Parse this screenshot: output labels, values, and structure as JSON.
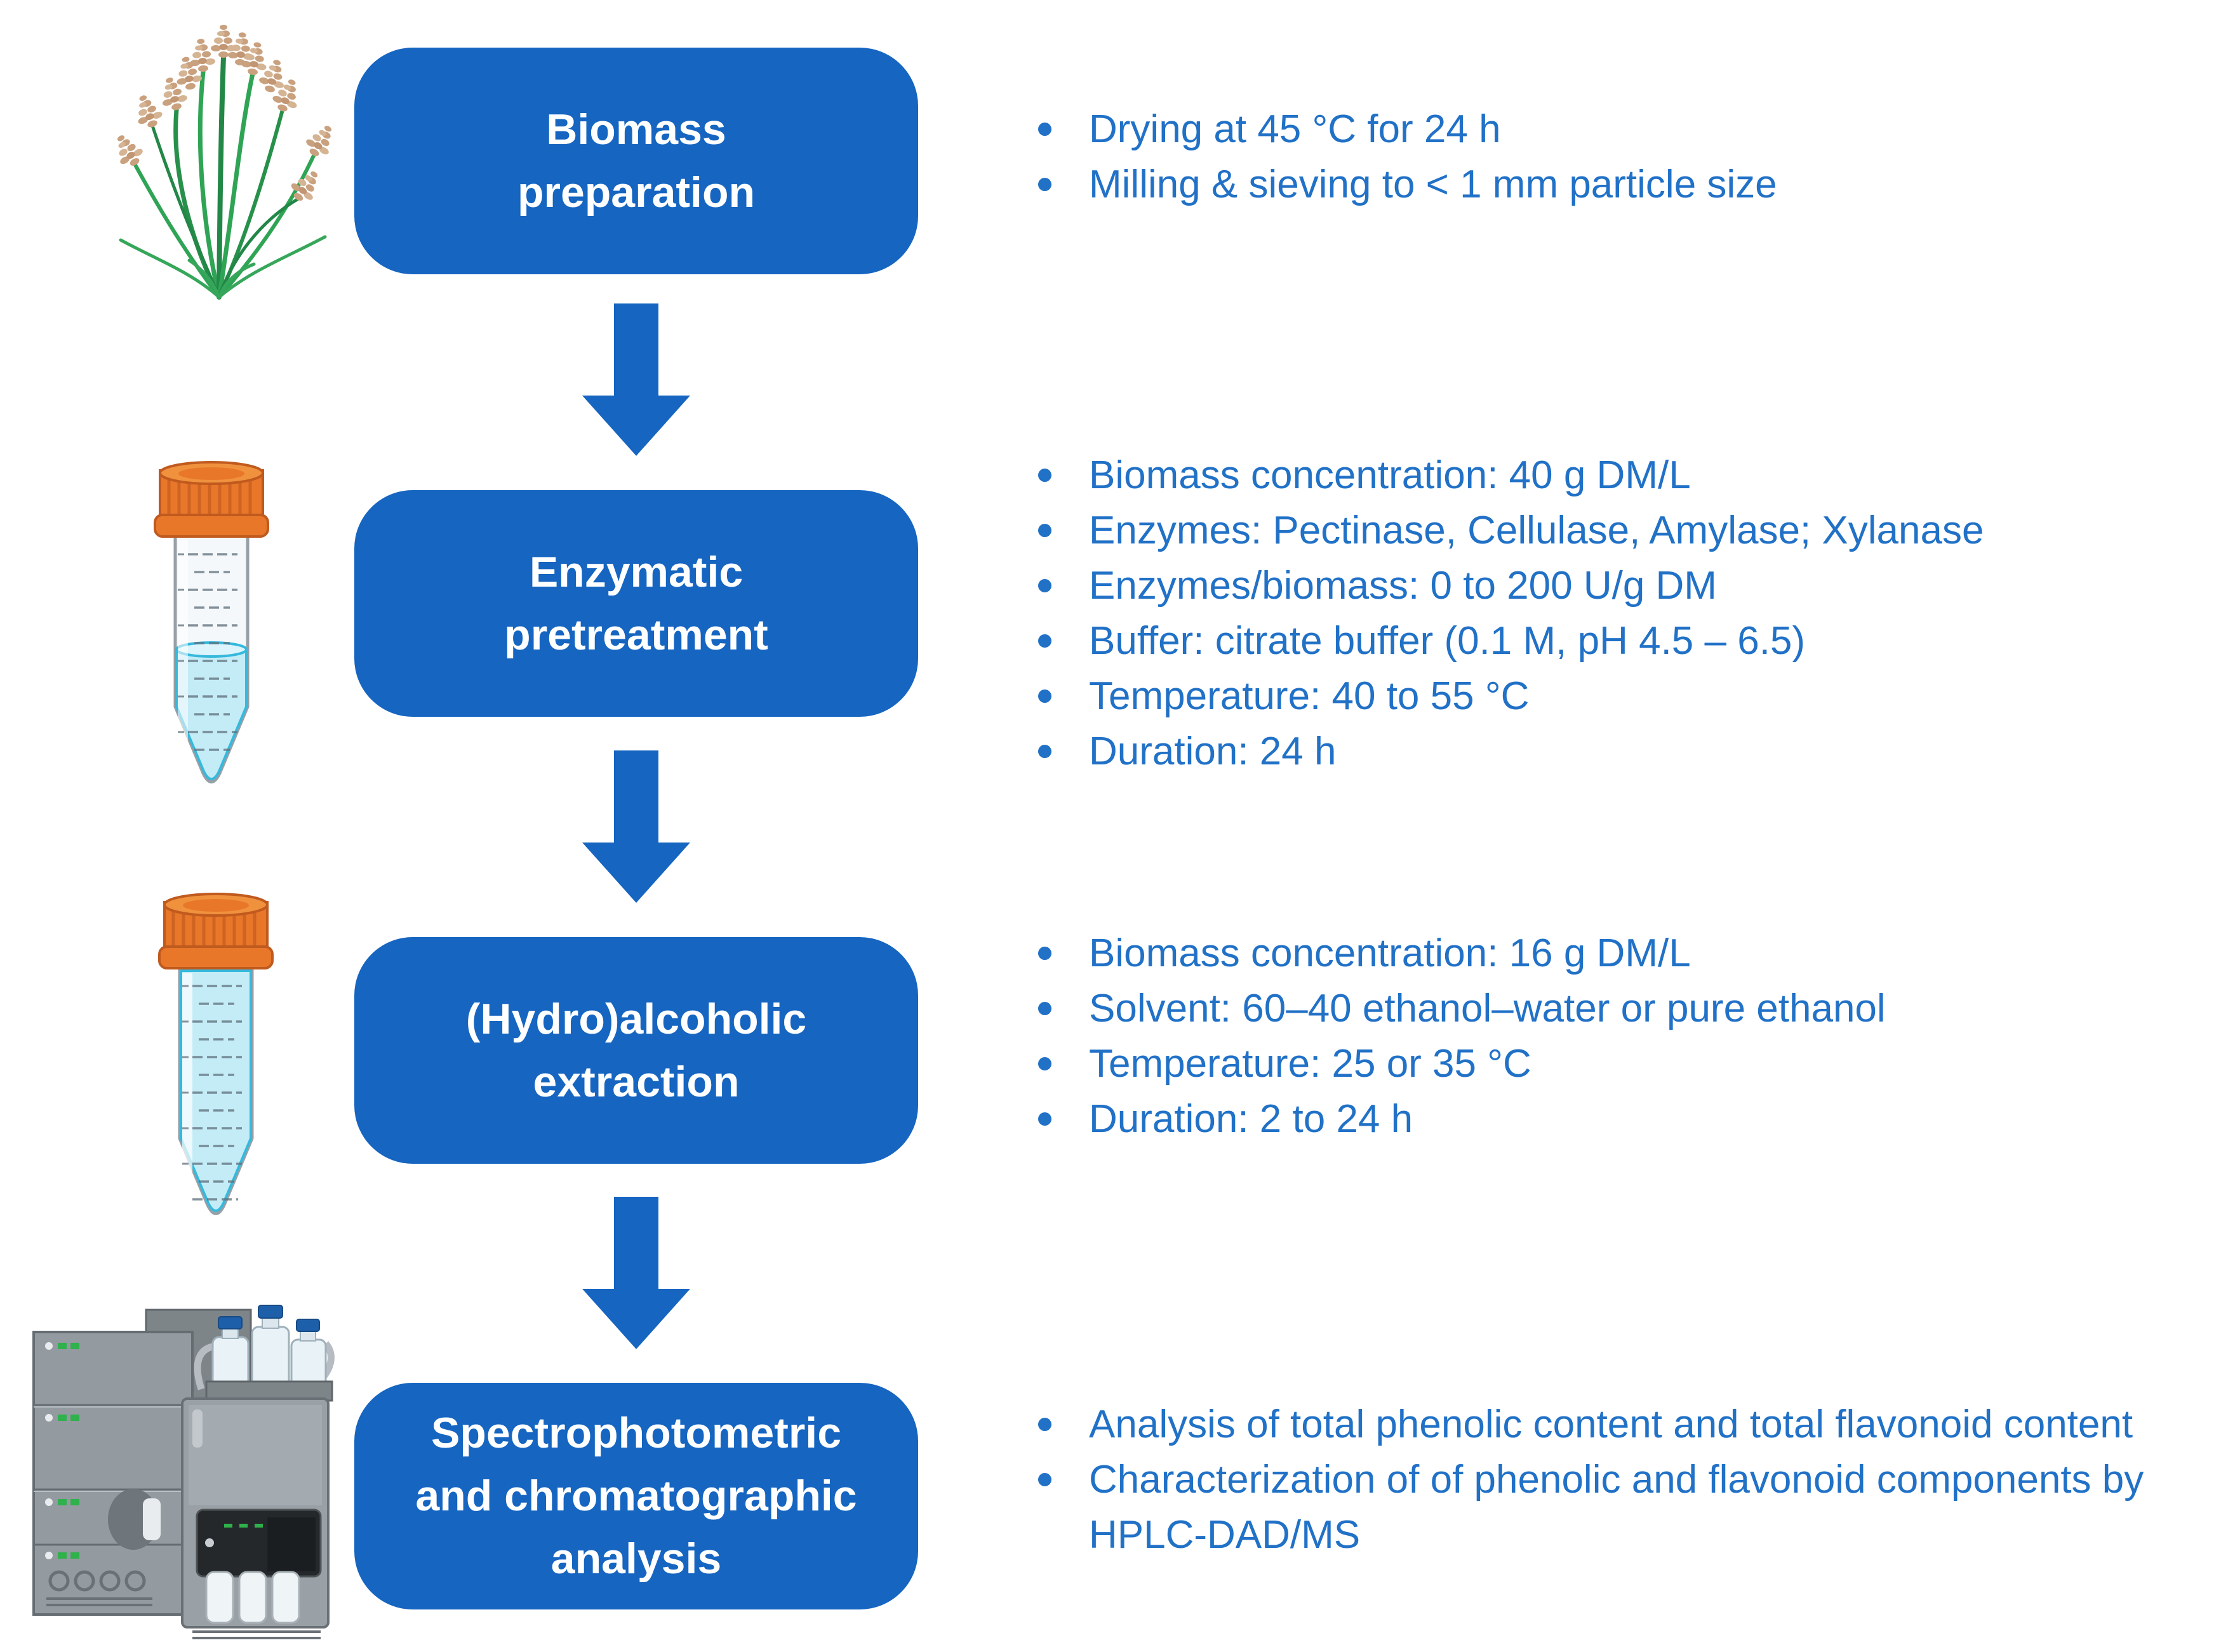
{
  "figure": {
    "steps": [
      {
        "id": "biomass-preparation",
        "icon": "grass-plant-icon",
        "title_lines": [
          "Biomass",
          "preparation"
        ],
        "bullets": [
          "Drying at 45 °C for 24 h",
          "Milling & sieving to < 1 mm particle size"
        ]
      },
      {
        "id": "enzymatic-pretreatment",
        "icon": "falcon-tube-half-full-icon",
        "title_lines": [
          "Enzymatic",
          "pretreatment"
        ],
        "bullets": [
          "Biomass concentration: 40 g DM/L",
          "Enzymes: Pectinase, Cellulase, Amylase; Xylanase",
          "Enzymes/biomass: 0 to 200 U/g DM",
          "Buffer: citrate buffer (0.1 M, pH 4.5 – 6.5)",
          "Temperature: 40 to 55 °C",
          "Duration: 24 h"
        ]
      },
      {
        "id": "hydroalcoholic-extraction",
        "icon": "falcon-tube-full-icon",
        "title_lines": [
          "(Hydro)alcoholic",
          "extraction"
        ],
        "bullets": [
          "Biomass concentration: 16 g DM/L",
          "Solvent: 60–40 ethanol–water or pure ethanol",
          "Temperature: 25 or 35 °C",
          "Duration: 2 to 24 h"
        ]
      },
      {
        "id": "spectrophotometric-chromatographic-analysis",
        "icon": "hplc-instrument-icon",
        "title_lines": [
          "Spectrophotometric",
          "and chromatographic",
          "analysis"
        ],
        "bullets": [
          "Analysis of total phenolic content and total flavonoid content",
          "Characterization of of phenolic and flavonoid components by HPLC-DAD/MS"
        ]
      }
    ],
    "colors": {
      "box_fill": "#1565C1",
      "box_text": "#FFFFFF",
      "arrow_fill": "#1565C1",
      "bullet_text": "#2171C7",
      "background": "#FFFFFF",
      "tube_cap_orange": "#E8772A",
      "tube_liquid_cyan": "#C3ECF7",
      "tube_liquid_edge": "#35B9DC",
      "grass_green": "#2FA455",
      "grass_seed_tan": "#C9A17E",
      "instrument_gray": "#939AA0",
      "instrument_led_green": "#2FB14C",
      "bottle_cap_blue": "#1E5FA9"
    }
  }
}
